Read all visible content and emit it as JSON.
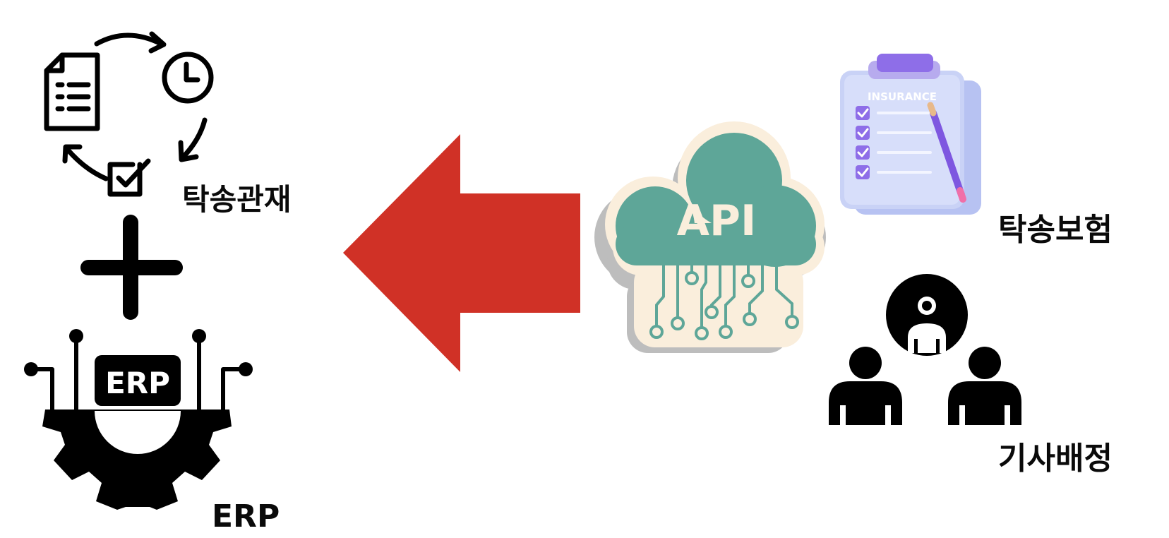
{
  "labels": {
    "left_top": "탁송관재",
    "left_bottom": "ERP",
    "right_top": "탁송보험",
    "right_bottom": "기사배정"
  },
  "icons": {
    "erp_badge": "ERP",
    "cloud_text": "API",
    "clipboard_title": "INSURANCE"
  },
  "colors": {
    "arrow": "#D03126",
    "cloud": "#5EA698",
    "cloud_outline": "#FAEEDC",
    "cloud_shadow": "#BDBDBD",
    "clipboard": "#C9D2F6",
    "clipboard_accent": "#8E6EE8",
    "icon_dark": "#000000"
  }
}
